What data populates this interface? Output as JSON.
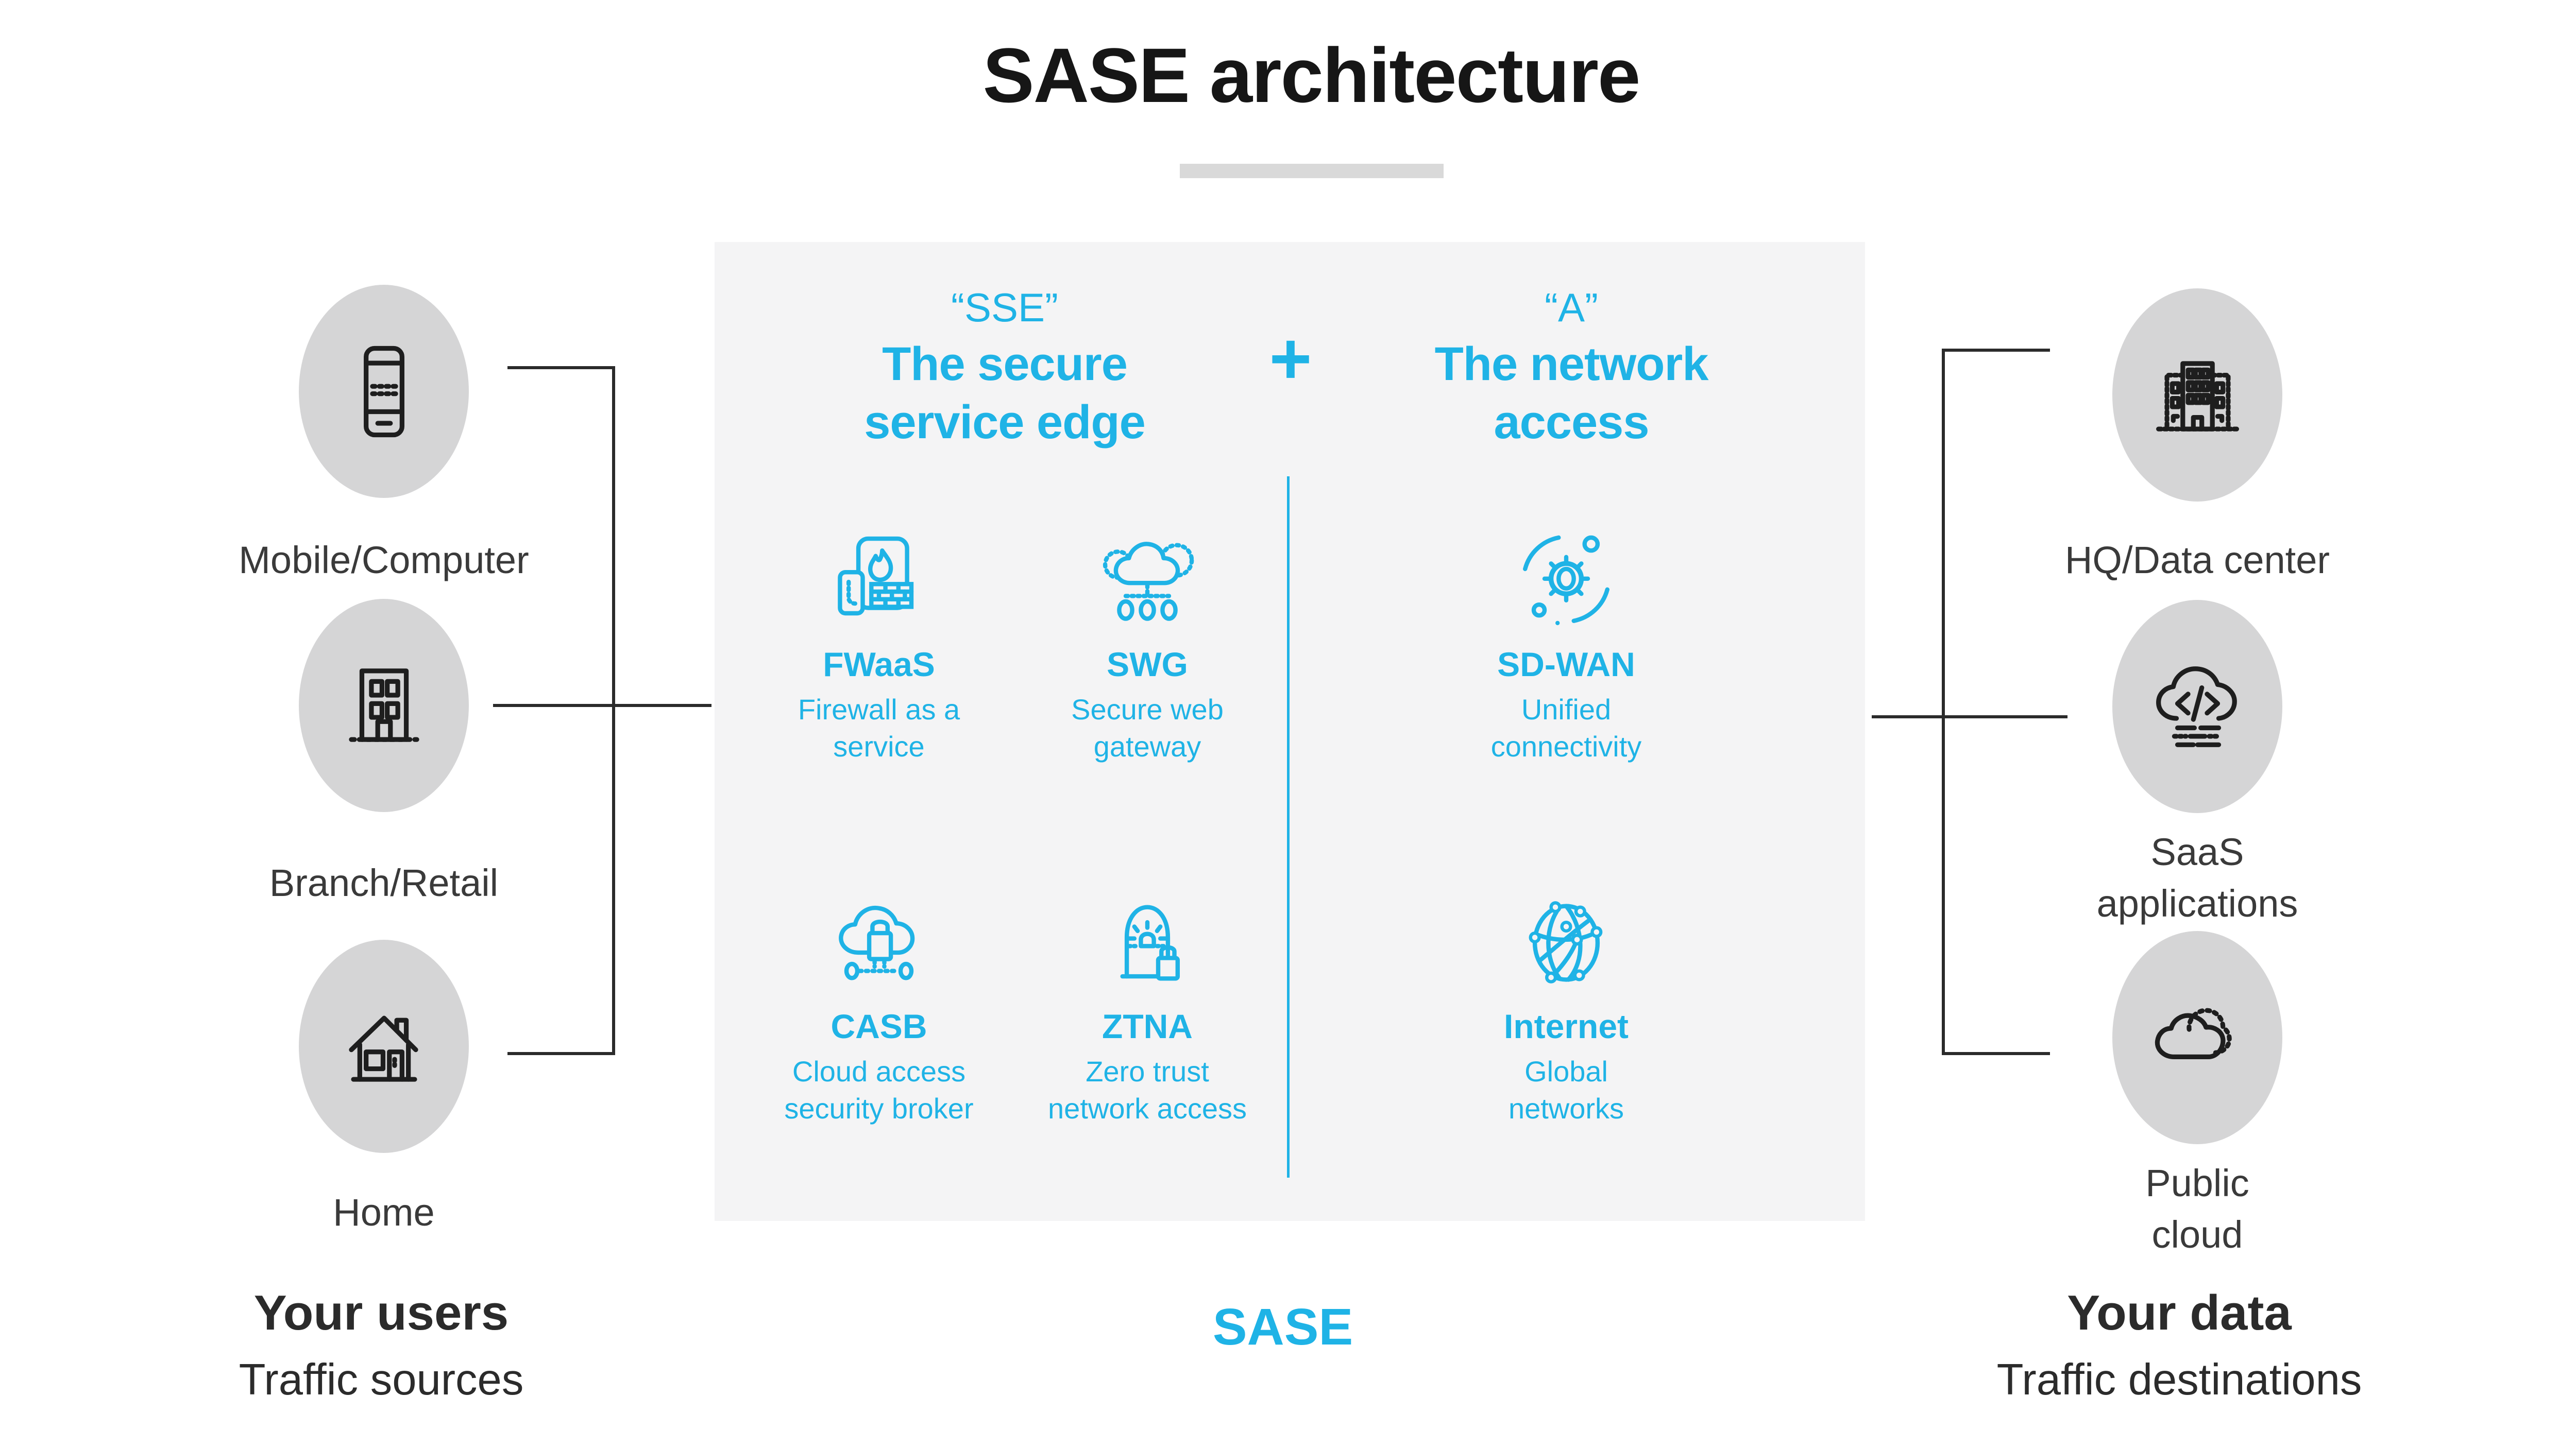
{
  "title": "SASE architecture",
  "colors": {
    "accent": "#1FB3E6",
    "box_background": "#F4F4F5",
    "circle_background": "#D5D5D6",
    "connector_line": "#2B2B2B",
    "title_text": "#161616",
    "label_text": "#3A3A3A",
    "title_underline": "#D9D9D9"
  },
  "left_column": {
    "items": [
      {
        "label": "Mobile/Computer",
        "icon": "mobile-phone-icon"
      },
      {
        "label": "Branch/Retail",
        "icon": "office-building-icon"
      },
      {
        "label": "Home",
        "icon": "house-icon"
      }
    ],
    "footer": {
      "bold": "Your users",
      "regular": "Traffic sources"
    }
  },
  "center": {
    "sse_quote": "“SSE”",
    "sse_title1": "The secure",
    "sse_title2": "service edge",
    "plus": "+",
    "a_quote": "“A”",
    "a_title1": "The network",
    "a_title2": "access",
    "services": [
      {
        "name": "FWaaS",
        "desc1": "Firewall as a",
        "desc2": "service",
        "icon": "firewall-icon"
      },
      {
        "name": "SWG",
        "desc1": "Secure web",
        "desc2": "gateway",
        "icon": "cloud-gateway-icon"
      },
      {
        "name": "SD-WAN",
        "desc1": "Unified",
        "desc2": "connectivity",
        "icon": "gear-orbit-icon"
      },
      {
        "name": "CASB",
        "desc1": "Cloud access",
        "desc2": "security broker",
        "icon": "cloud-lock-icon"
      },
      {
        "name": "ZTNA",
        "desc1": "Zero trust",
        "desc2": "network access",
        "icon": "arch-lock-icon"
      },
      {
        "name": "Internet",
        "desc1": "Global",
        "desc2": "networks",
        "icon": "globe-network-icon"
      }
    ],
    "footer": "SASE"
  },
  "right_column": {
    "items": [
      {
        "label": "HQ/Data center",
        "icon": "hq-building-icon"
      },
      {
        "label": "SaaS",
        "label2": "applications",
        "icon": "cloud-code-icon"
      },
      {
        "label": "Public",
        "label2": "cloud",
        "icon": "public-cloud-icon"
      }
    ],
    "footer": {
      "bold": "Your data",
      "regular": "Traffic destinations"
    }
  }
}
